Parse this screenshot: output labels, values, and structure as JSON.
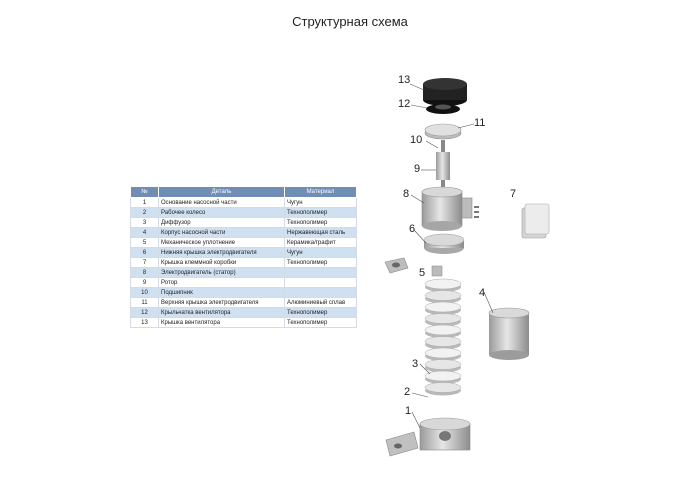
{
  "title": "Структурная схема",
  "table": {
    "headers": [
      "№",
      "Деталь",
      "Материал"
    ],
    "rows": [
      {
        "num": "1",
        "part": "Основание насосной части",
        "material": "Чугун"
      },
      {
        "num": "2",
        "part": "Рабочее колесо",
        "material": "Технополимер"
      },
      {
        "num": "3",
        "part": "Диффузор",
        "material": "Технополимер"
      },
      {
        "num": "4",
        "part": "Корпус насосной части",
        "material": "Нержавеющая сталь"
      },
      {
        "num": "5",
        "part": "Механическое уплотнение",
        "material": "Керамика/графит"
      },
      {
        "num": "6",
        "part": "Нижняя крышка электродвигателя",
        "material": "Чугун"
      },
      {
        "num": "7",
        "part": "Крышка клеммной коробки",
        "material": "Технополимер"
      },
      {
        "num": "8",
        "part": "Электродвигатель (статор)",
        "material": ""
      },
      {
        "num": "9",
        "part": "Ротор",
        "material": ""
      },
      {
        "num": "10",
        "part": "Подшипник",
        "material": ""
      },
      {
        "num": "11",
        "part": "Верхняя крышка электродвигателя",
        "material": "Алюминиевый сплав"
      },
      {
        "num": "12",
        "part": "Крыльчатка вентилятора",
        "material": "Технополимер"
      },
      {
        "num": "13",
        "part": "Крышка вентилятора",
        "material": "Технополимер"
      }
    ]
  },
  "callouts": [
    "13",
    "12",
    "10",
    "11",
    "9",
    "8",
    "7",
    "6",
    "5",
    "4",
    "3",
    "2",
    "1"
  ],
  "colors": {
    "header": "#6f8db5",
    "stripe": "#cfe0f1",
    "metal": "#c8c8c8",
    "dark": "#2a2a2a"
  }
}
